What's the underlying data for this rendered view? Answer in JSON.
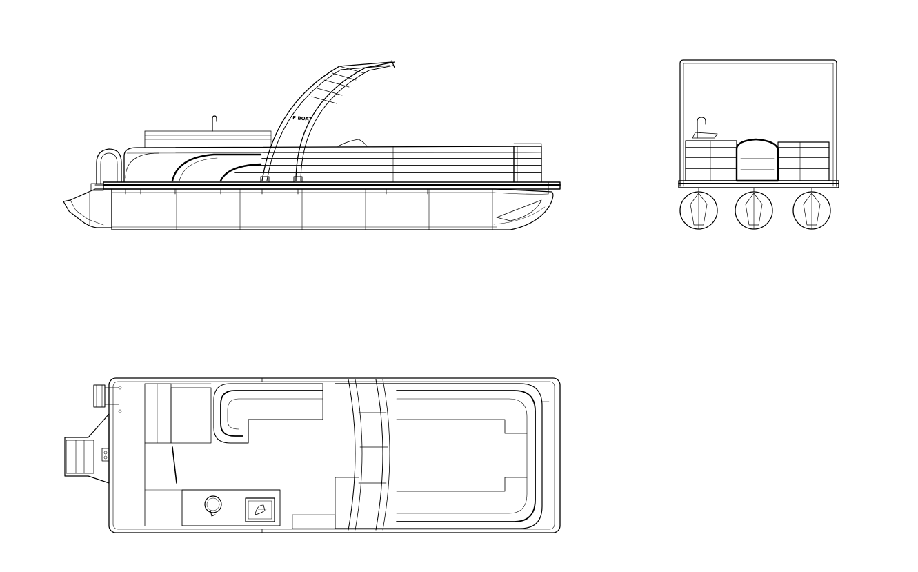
{
  "drawing": {
    "line_color": "#000000",
    "background": "#ffffff"
  },
  "views": [
    {
      "name": "side-view"
    },
    {
      "name": "rear-view"
    },
    {
      "name": "top-view"
    }
  ],
  "labels": {
    "arch_brand": "F BOAT"
  },
  "icons": {
    "helm_seat": "seat-icon",
    "steering": "steering-wheel-icon",
    "console_logo": "logo-icon",
    "outboard_motor": "outboard-motor-icon",
    "ladder": "ladder-icon",
    "sink": "faucet-icon"
  }
}
